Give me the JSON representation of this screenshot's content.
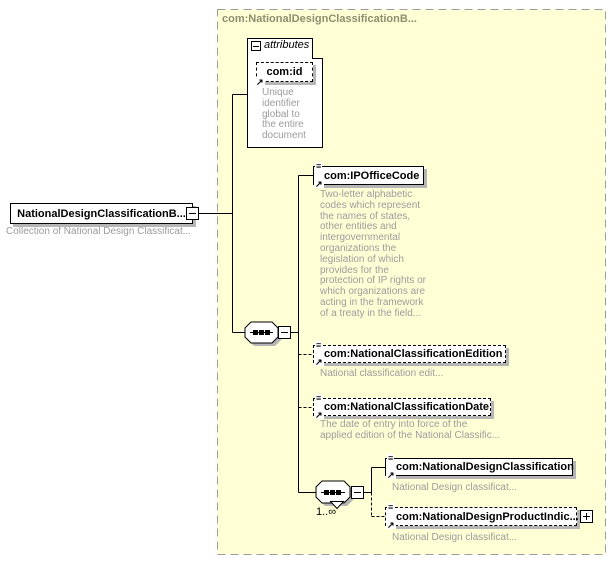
{
  "colors": {
    "container_bg": "#ffffd6",
    "container_border": "#9d9d9d",
    "box_shadow": "#b6b6b6",
    "description_text": "#9c9c9c",
    "container_title_text": "#8e8e70"
  },
  "icons": {
    "annotation": "≡",
    "reference_arrow": "↗"
  },
  "container": {
    "title": "com:NationalDesignClassificationB..."
  },
  "root": {
    "name": "NationalDesignClassificationB...",
    "desc": "Collection of National Design Classificat..."
  },
  "attributes_panel": {
    "header": "attributes",
    "attribute_name": "com:id",
    "attribute_desc": "Unique\nidentifier\nglobal to\nthe entire\ndocument"
  },
  "sequence1": {
    "children": [
      {
        "name": "com:IPOfficeCode",
        "desc": "Two-letter alphabetic\ncodes which represent\nthe names of states,\nother entities and\nintergovernmental\norganizations the\nlegislation of which\nprovides for the\nprotection of IP rights or\nwhich organizations are\nacting in the framework\nof a treaty in the field..."
      },
      {
        "name": "com:NationalClassificationEdition",
        "desc": "National classification edit..."
      },
      {
        "name": "com:NationalClassificationDate",
        "desc": "The date of entry into force of the\napplied edition of the National Classific..."
      }
    ]
  },
  "sequence2": {
    "cardinality": "1..∞",
    "children": [
      {
        "name": "com:NationalDesignClassification",
        "desc": "National Design classificat..."
      },
      {
        "name": "com:NationalDesignProductIndic...",
        "desc": "National Design classificat..."
      }
    ]
  }
}
